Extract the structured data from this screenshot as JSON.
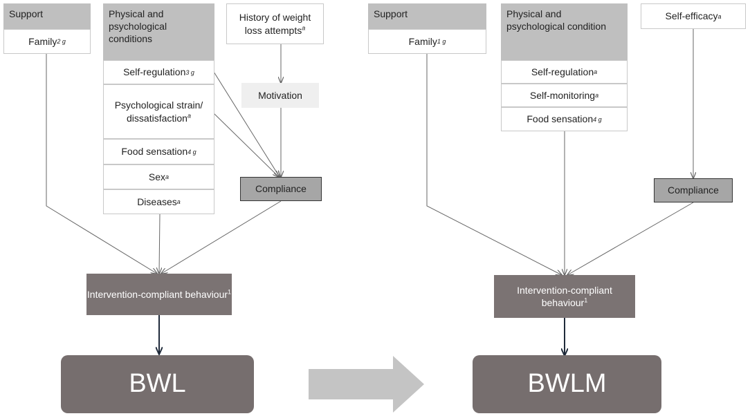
{
  "left": {
    "support": {
      "header": "Support",
      "family": {
        "label": "Family",
        "sup": "2 g"
      }
    },
    "conditions": {
      "header": "Physical and psychological conditions",
      "items": [
        {
          "label": "Self-regulation",
          "sup": "3 g"
        },
        {
          "label": "Psychological strain/ dissatisfaction",
          "sup": "a"
        },
        {
          "label": "Food sensation",
          "sup": "4 g"
        },
        {
          "label": "Sex",
          "sup": "a"
        },
        {
          "label": "Diseases",
          "sup": "a"
        }
      ]
    },
    "history": {
      "label": "History of weight loss attempts",
      "sup": "a"
    },
    "motivation": "Motivation",
    "compliance": "Compliance",
    "behaviour": {
      "label": "Intervention-compliant behaviour",
      "sup": "1"
    },
    "outcome": "BWL"
  },
  "right": {
    "support": {
      "header": "Support",
      "family": {
        "label": "Family",
        "sup": "1 g"
      }
    },
    "conditions": {
      "header": "Physical and psychological condition",
      "items": [
        {
          "label": "Self-regulation",
          "sup": "a"
        },
        {
          "label": "Self-monitoring",
          "sup": "a"
        },
        {
          "label": "Food sensation",
          "sup": "4 g"
        }
      ]
    },
    "self_efficacy": {
      "label": "Self-efficacy",
      "sup": "a"
    },
    "compliance": "Compliance",
    "behaviour": {
      "label": "Intervention-compliant behaviour",
      "sup": "1"
    },
    "outcome": "BWLM"
  },
  "colors": {
    "header": "#bfbfbf",
    "behaviour": "#7b7373",
    "outcome": "#766e6e",
    "compliance": "#a6a6a6",
    "transition_arrow": "#c4c4c4"
  }
}
